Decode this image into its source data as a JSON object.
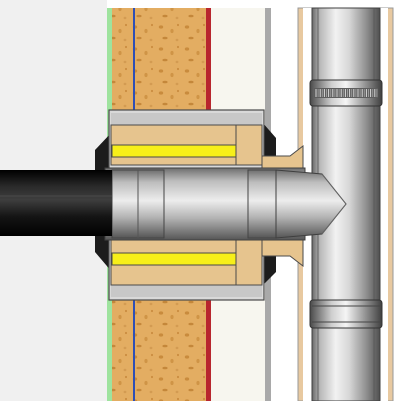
{
  "figure": {
    "components": [
      {
        "id": "horizontal-flue-pipe",
        "icon": "black-pipe"
      },
      {
        "id": "wall-sleeve",
        "icon": "steel-sleeve"
      },
      {
        "id": "vertical-chimney-pipe",
        "icon": "steel-pipe"
      },
      {
        "id": "clamp-band-upper",
        "icon": "ribbed-band"
      },
      {
        "id": "clamp-band-lower",
        "icon": "ribbed-band"
      },
      {
        "id": "insulation-strip-upper",
        "icon": "yellow-insulation"
      },
      {
        "id": "insulation-strip-lower",
        "icon": "yellow-insulation"
      },
      {
        "id": "wall-insulation-layer",
        "icon": "foam-texture"
      }
    ],
    "colors": {
      "background": "#ffffff",
      "wall_inner_gray": "#f0f0f0",
      "foam": "#e3ad62",
      "foam_spots": "#c98b3d",
      "plaster": "#f7f6ef",
      "green_layer": "#9ee39e",
      "blue_line": "#2f4fb5",
      "red_line": "#b8262e",
      "gray_line": "#a9a9a9",
      "box_tan": "#e6c48e",
      "box_stroke": "#4a4a4a",
      "insulation_yellow": "#f7ef19",
      "metal_light": "#e4e4e4",
      "metal_mid": "#a8a8a8",
      "metal_dark": "#5a5a5a",
      "black_pipe": "#111111"
    }
  }
}
